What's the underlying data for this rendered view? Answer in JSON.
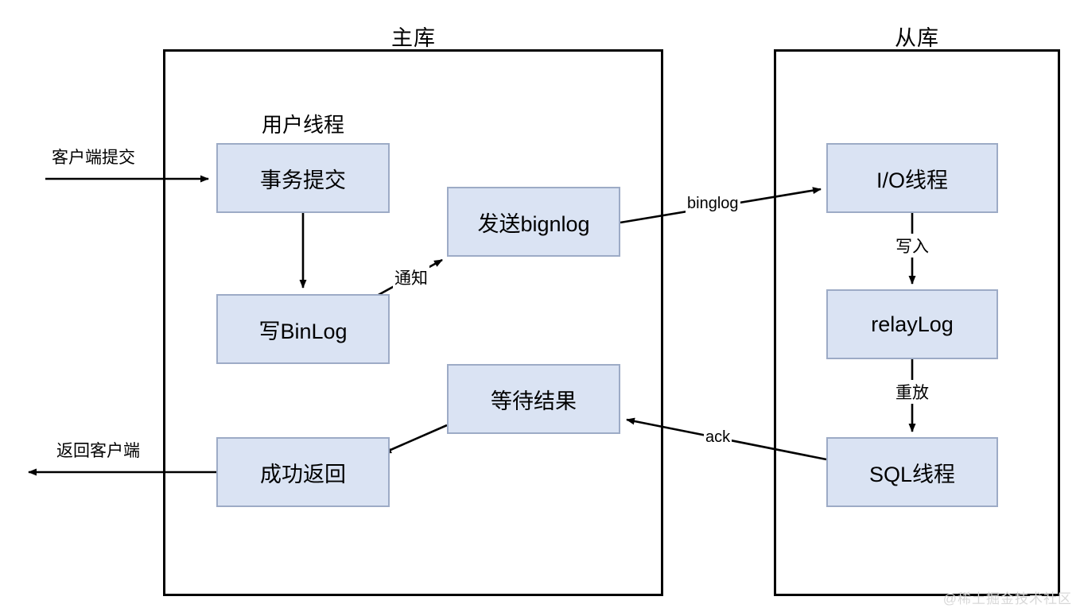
{
  "diagram": {
    "title_master": "主库",
    "title_slave": "从库",
    "group_label_user_thread": "用户线程",
    "nodes": {
      "commit": "事务提交",
      "write_binlog": "写BinLog",
      "success_return": "成功返回",
      "send_binlog": "发送bignlog",
      "wait_result": "等待结果",
      "io_thread": "I/O线程",
      "relay_log": "relayLog",
      "sql_thread": "SQL线程"
    },
    "edge_labels": {
      "client_commit": "客户端提交",
      "return_client": "返回客户端",
      "notify": "通知",
      "binglog": "binglog",
      "write_in": "写入",
      "replay": "重放",
      "ack": "ack"
    },
    "watermark": "@稀土掘金技术社区",
    "colors": {
      "node_fill": "#dae3f3",
      "node_border": "#9dabc6",
      "container_border": "#000000",
      "line": "#000000",
      "watermark": "#d8d8d8"
    }
  }
}
